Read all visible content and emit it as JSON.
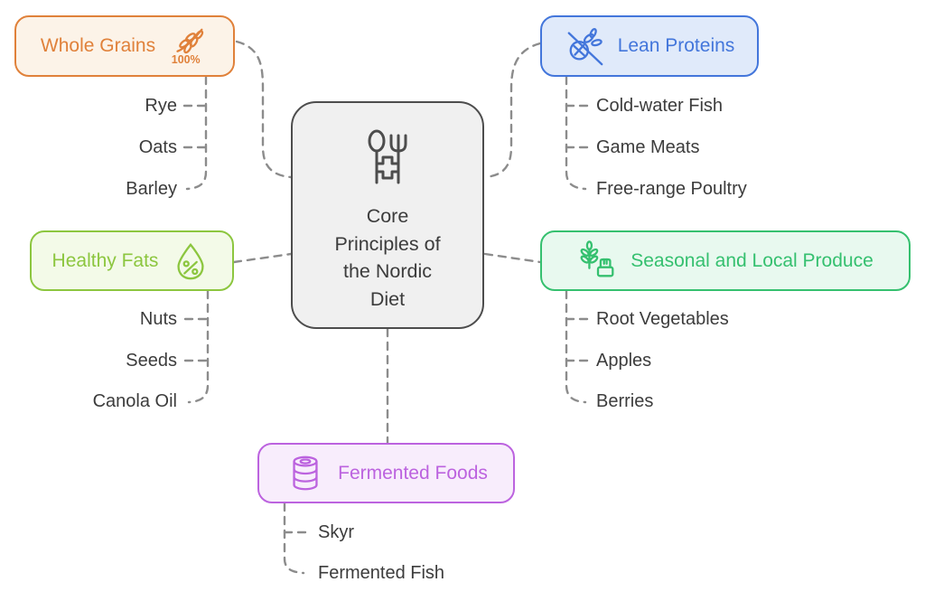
{
  "center": {
    "label": "Core Principles of the Nordic Diet",
    "icon": "cutlery-medical-cross-icon",
    "border_color": "#4D4D4D",
    "fill_color": "#F0F0F0",
    "text_color": "#3C3C3C"
  },
  "branches": [
    {
      "label": "Whole Grains",
      "icon": "wheat-sprig-icon",
      "icon_badge": "100%",
      "accent_color": "#E0813A",
      "fill_color": "#FCF3E8",
      "items": [
        "Rye",
        "Oats",
        "Barley"
      ]
    },
    {
      "label": "Lean Proteins",
      "icon": "crossed-wheat-icon",
      "accent_color": "#4376DB",
      "fill_color": "#E0EAFA",
      "items": [
        "Cold-water Fish",
        "Game Meats",
        "Free-range Poultry"
      ]
    },
    {
      "label": "Healthy Fats",
      "icon": "droplet-percent-icon",
      "accent_color": "#8CC63F",
      "fill_color": "#F3FAE8",
      "items": [
        "Nuts",
        "Seeds",
        "Canola Oil"
      ]
    },
    {
      "label": "Seasonal and Local Produce",
      "icon": "plant-market-icon",
      "accent_color": "#35C06F",
      "fill_color": "#E8F9EF",
      "items": [
        "Root Vegetables",
        "Apples",
        "Berries"
      ]
    },
    {
      "label": "Fermented Foods",
      "icon": "barrel-icon",
      "accent_color": "#BC63DF",
      "fill_color": "#F8EDFC",
      "items": [
        "Skyr",
        "Fermented Fish"
      ]
    }
  ],
  "connector_color": "#8C8C8C",
  "item_text_color": "#3C3C3C"
}
